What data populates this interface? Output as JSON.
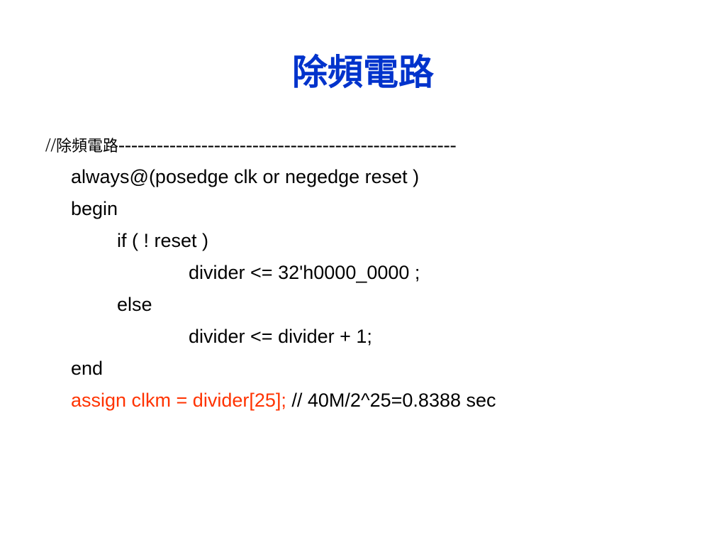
{
  "slide": {
    "title": "除頻電路"
  },
  "code": {
    "comment_prefix": "//",
    "comment_text": "除頻電路",
    "comment_rule": "-----------------------------------------------------",
    "lines": [
      "always@(posedge clk or negedge reset )",
      "begin",
      "if ( ! reset )",
      "divider <= 32'h0000_0000 ;",
      "else",
      "divider <= divider + 1;",
      "end"
    ],
    "assign_statement": "assign clkm = divider[25];",
    "assign_comment": " // 40M/2^25=0.8388 sec"
  },
  "colors": {
    "title": "#0033cc",
    "text": "#000000",
    "assign": "#ff3300",
    "background": "#ffffff"
  }
}
